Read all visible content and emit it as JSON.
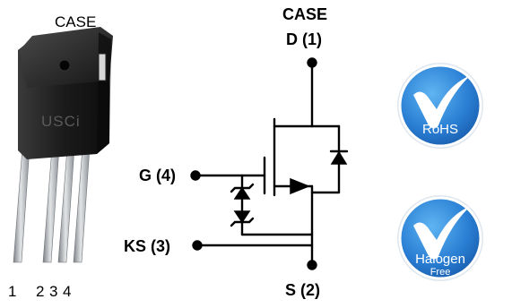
{
  "package": {
    "case_label": "CASE",
    "brand_marking": "USCi",
    "pin_labels": [
      "1",
      "2",
      "3",
      "4"
    ]
  },
  "schematic": {
    "case_label": "CASE",
    "drain_label": "D (1)",
    "gate_label": "G (4)",
    "kelvin_source_label": "KS (3)",
    "source_label": "S (2)"
  },
  "badges": {
    "rohs": {
      "line1": "RoHS"
    },
    "halogen": {
      "line1": "Halogen",
      "line2": "Free"
    }
  },
  "colors": {
    "badge_blue": "#1f6fc8",
    "badge_blue_light": "#3f9be8",
    "package_body": "#1d1d1d",
    "lead_metal": "#a9adb1",
    "line": "#000000"
  },
  "icons": {
    "rohs_badge": "checkmark-seal-icon",
    "halogen_badge": "checkmark-seal-icon"
  }
}
